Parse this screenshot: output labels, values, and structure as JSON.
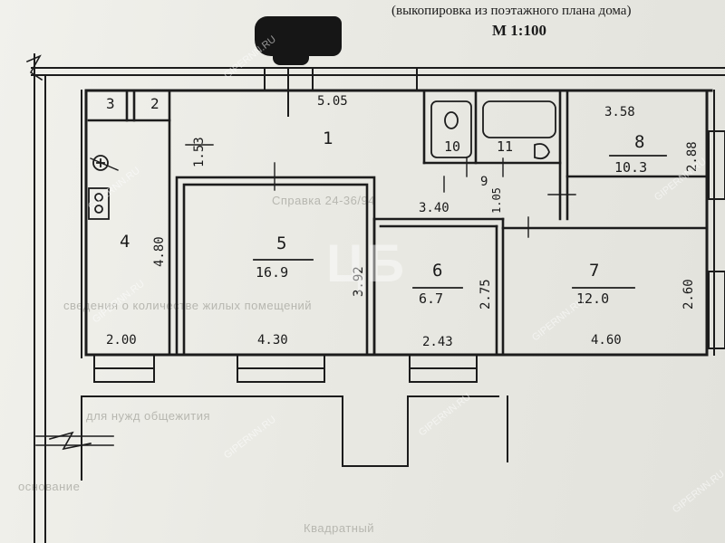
{
  "header": {
    "title": "(выкопировка из поэтажного плана дома)",
    "scale": "М 1:100"
  },
  "rooms": [
    {
      "id": "1",
      "area": ""
    },
    {
      "id": "2",
      "area": ""
    },
    {
      "id": "3",
      "area": ""
    },
    {
      "id": "4",
      "area": ""
    },
    {
      "id": "5",
      "area": "16.9"
    },
    {
      "id": "6",
      "area": "6.7"
    },
    {
      "id": "7",
      "area": "12.0"
    },
    {
      "id": "8",
      "area": "10.3"
    },
    {
      "id": "9",
      "area": ""
    },
    {
      "id": "10",
      "area": ""
    },
    {
      "id": "11",
      "area": ""
    }
  ],
  "dimensions": {
    "corridor_length": "5.05",
    "corridor_width": "1.53",
    "room4_length": "4.80",
    "room4_width": "2.00",
    "room5_width": "4.30",
    "room5_depth": "3.92",
    "room6_top": "3.40",
    "room6_width": "2.43",
    "room6_depth": "2.75",
    "room7_width": "4.60",
    "room7_depth": "2.60",
    "room8_width": "3.58",
    "room8_depth": "2.88",
    "room9_width": "1.05"
  },
  "watermark": {
    "brand": "GIPERNN.RU",
    "logo": "ЦБ"
  }
}
